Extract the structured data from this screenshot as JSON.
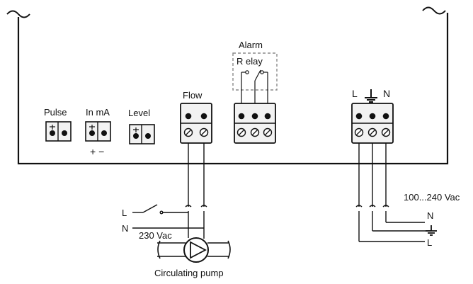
{
  "terminals": {
    "pulse": "Pulse",
    "in_ma": "In mA",
    "in_ma_polarity": "+ −",
    "level": "Level",
    "flow": "Flow",
    "alarm_title": "Alarm",
    "alarm_relay": "R elay",
    "power_l": "L",
    "power_n": "N"
  },
  "wiring": {
    "switch_l": "L",
    "switch_n": "N",
    "pump_voltage": "230 Vac",
    "pump_caption": "Circulating pump",
    "supply_range": "100...240 Vac",
    "supply_n": "N",
    "supply_l": "L"
  },
  "colors": {
    "line": "#111111",
    "block_fill": "#f2f2f2",
    "relay_box": "#8a8a8a"
  }
}
